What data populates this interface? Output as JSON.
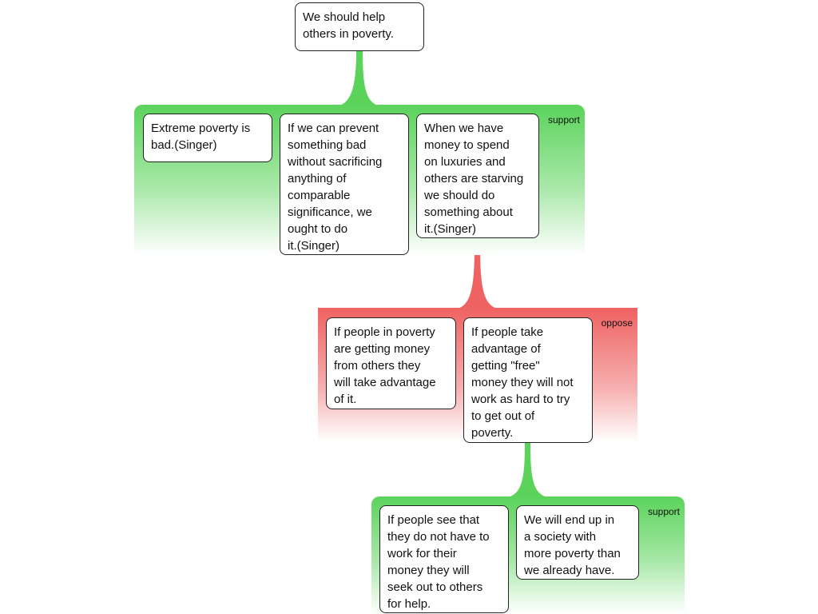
{
  "root": {
    "text": "We should help\nothers in poverty."
  },
  "groups": {
    "g1": {
      "label": "support",
      "claims": [
        {
          "text": "Extreme poverty is\nbad.(Singer)"
        },
        {
          "text": "If we can prevent\nsomething bad\nwithout sacrificing\nanything of\ncomparable\nsignificance, we\nought to do\nit.(Singer)"
        },
        {
          "text": "When we have\nmoney to spend\non luxuries and\nothers are starving\nwe should do\nsomething about\nit.(Singer)"
        }
      ]
    },
    "g2": {
      "label": "oppose",
      "claims": [
        {
          "text": "If people in poverty\nare getting money\nfrom others they\nwill take advantage\nof it."
        },
        {
          "text": "If people take\nadvantage of\ngetting \"free\"\nmoney they will not\nwork as hard to try\nto get out of\npoverty."
        }
      ]
    },
    "g3": {
      "label": "support",
      "claims": [
        {
          "text": "If people see that\nthey do not have to\nwork for their\nmoney they will\nseek out to others\nfor help."
        },
        {
          "text": "We will end up in\na society with\nmore poverty than\nwe already have."
        }
      ]
    }
  },
  "colors": {
    "support": "#5bd35b",
    "oppose": "#ef6262"
  }
}
